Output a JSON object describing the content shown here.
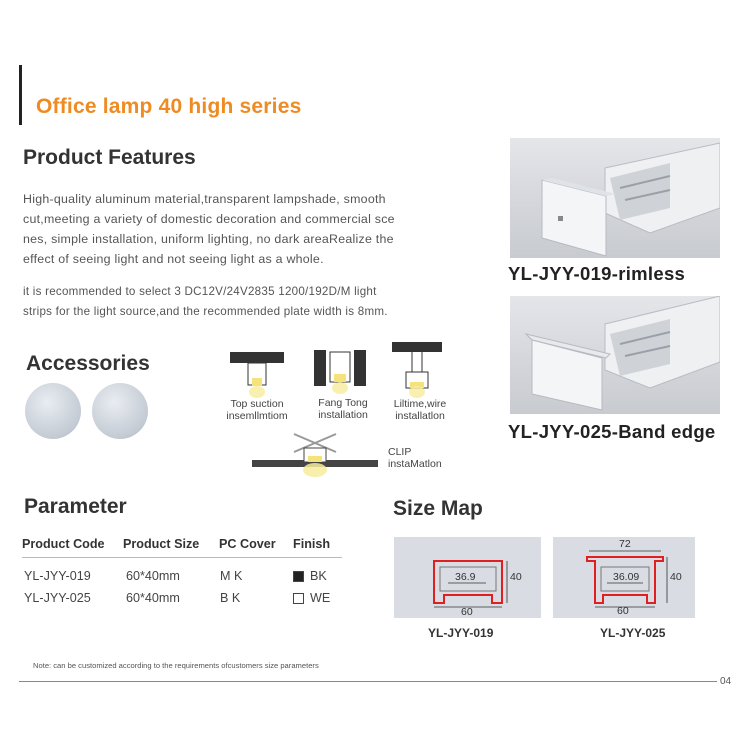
{
  "series_title": "Office lamp 40 high series",
  "features": {
    "heading": "Product Features",
    "paragraph1": [
      "High-quality aluminum material,transparent lampshade, smooth",
      "cut,meeting a variety of domestic decoration and commercial sce",
      "nes, simple installation, uniform lighting, no dark areaRealize the",
      "effect of seeing light and not seeing light as a whole."
    ],
    "paragraph2": [
      "it is recommended to select 3 DC12V/24V2835 1200/192D/M light",
      "strips for the light source,and the recommended plate width is 8mm."
    ]
  },
  "products": [
    {
      "caption": "YL-JYY-019-rimless"
    },
    {
      "caption": "YL-JYY-025-Band edge"
    }
  ],
  "accessories": {
    "heading": "Accessories",
    "installations": [
      {
        "line1": "Top suction",
        "line2": "insemllmtiom"
      },
      {
        "line1": "Fang Tong",
        "line2": "installation"
      },
      {
        "line1": "Liltime,wire",
        "line2": "installatlon"
      },
      {
        "line1": "CLIP",
        "line2": "instaMatlon"
      }
    ]
  },
  "parameter": {
    "heading": "Parameter",
    "columns": [
      "Product Code",
      "Product Size",
      "PC Cover",
      "Finish"
    ],
    "rows": [
      {
        "code": "YL-JYY-019",
        "size": "60*40mm",
        "cover": "M K",
        "finish": "BK",
        "swatch": "#222222"
      },
      {
        "code": "YL-JYY-025",
        "size": "60*40mm",
        "cover": "B K",
        "finish": "WE",
        "swatch": "#ffffff"
      }
    ]
  },
  "size_map": {
    "heading": "Size Map",
    "maps": [
      {
        "caption": "YL-JYY-019",
        "inner": "36.9",
        "height": "40",
        "bottom": "60"
      },
      {
        "caption": "YL-JYY-025",
        "top": "72",
        "inner": "36.09",
        "height": "40",
        "bottom": "60"
      }
    ]
  },
  "note": "Note: can be customized according to the requirements ofcustomers size parameters",
  "page_number": "04",
  "colors": {
    "accent": "#ee8b22",
    "profile_red": "#e02020"
  }
}
